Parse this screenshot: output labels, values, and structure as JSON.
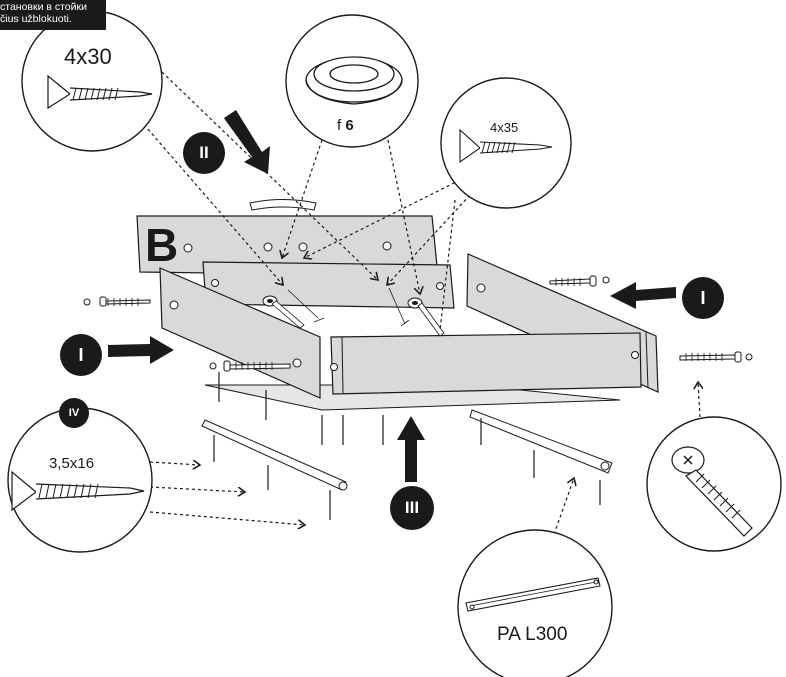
{
  "instruction_tag": {
    "line1": "становки в стойки",
    "line2": "čius užblokuoti."
  },
  "callouts": {
    "screw_4x30": "4x30",
    "cap_f_prefix": "f ",
    "cap_f_number": "6",
    "screw_4x35": "4x35",
    "screw_3_5x16": "3,5x16",
    "rail_label": "PA L300"
  },
  "panel_letter": "B",
  "step_badges": {
    "II": "II",
    "I_left": "I",
    "I_right": "I",
    "III": "III",
    "IV": "IV"
  },
  "colors": {
    "ink": "#1a1a1a",
    "panel_fill": "#d9d9d9",
    "base_fill": "#e6e6e6",
    "background": "#ffffff"
  }
}
